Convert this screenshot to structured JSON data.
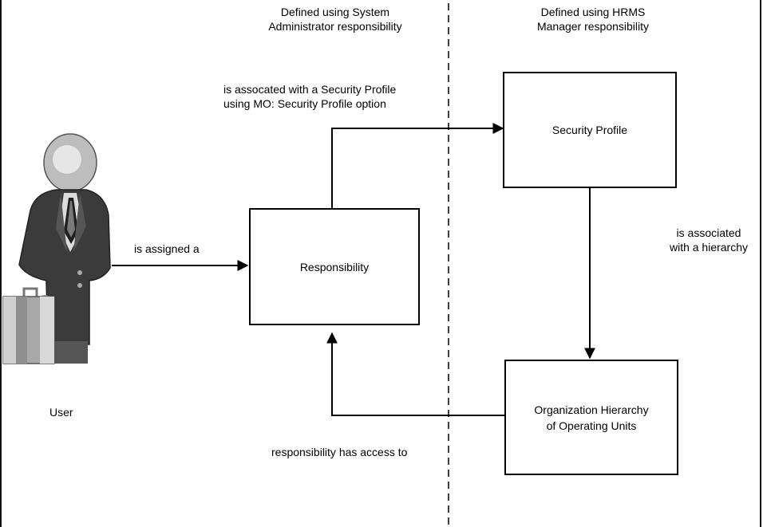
{
  "columns": {
    "left_header": [
      "Defined using System",
      "Administrator responsibility"
    ],
    "right_header": [
      "Defined using HRMS",
      "Manager responsibility"
    ]
  },
  "nodes": {
    "user": "User",
    "responsibility": "Responsibility",
    "security_profile": "Security Profile",
    "org_hierarchy": [
      "Organization Hierarchy",
      "of Operating Units"
    ]
  },
  "edges": {
    "user_to_responsibility": "is assigned a",
    "responsibility_to_profile": [
      "is assocated with a Security Profile",
      "using MO: Security Profile option"
    ],
    "profile_to_hierarchy": [
      "is associated",
      "with a hierarchy"
    ],
    "hierarchy_to_responsibility": "responsibility has access to"
  },
  "colors": {
    "line": "#000000",
    "suit": "#3a3a3a",
    "head": "#bfbfbf",
    "briefcase": "#9a9a9a"
  }
}
